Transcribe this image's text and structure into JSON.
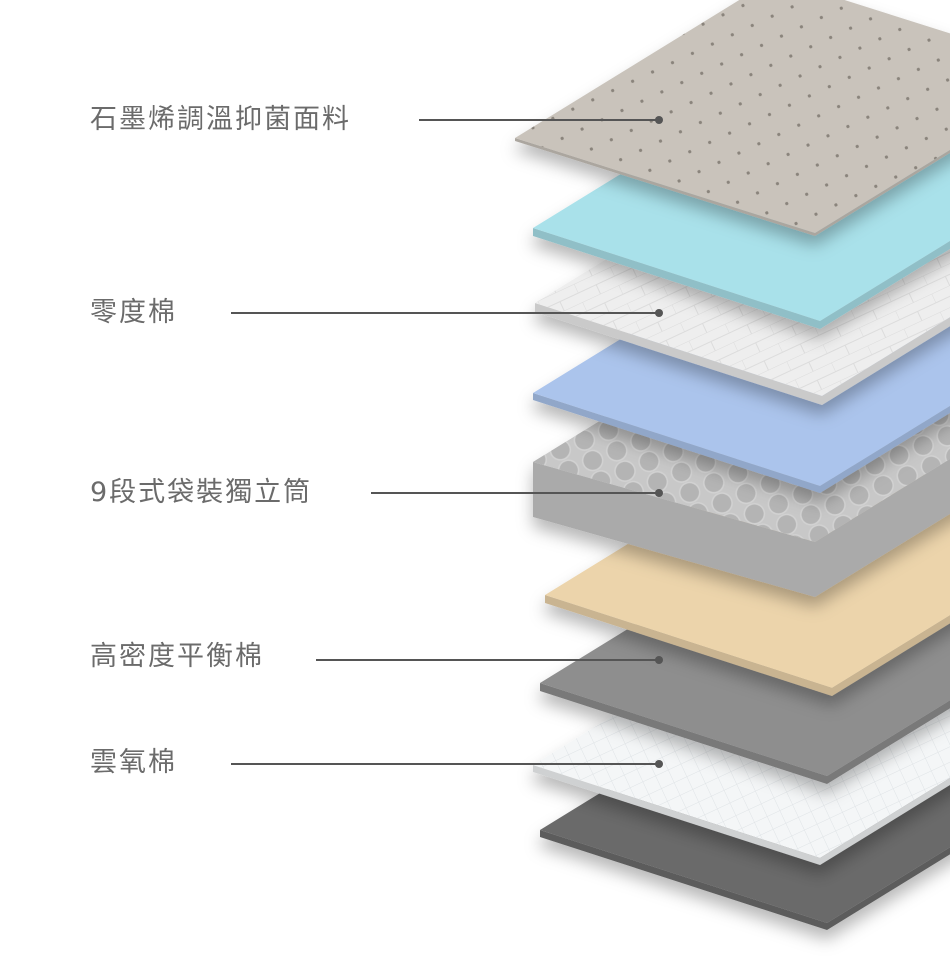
{
  "labels": [
    {
      "text": "石墨烯調溫抑菌面料"
    },
    {
      "text": "零度棉"
    },
    {
      "text": "9段式袋裝獨立筒"
    },
    {
      "text": "高密度平衡棉"
    },
    {
      "text": "雲氧棉"
    }
  ],
  "colors": {
    "label_text": "#6b6b6b",
    "leader_line": "#555555",
    "fabric": "#c9c3bb",
    "cool_foam": "#a9e1ea",
    "zero_foam": "#eeeeee",
    "blue_foam": "#abc4ec",
    "springs": "#c8c8c8",
    "beige_foam": "#ecd4ab",
    "density_foam": "#8e8e8e",
    "oxygen_foam": "#f4f6f7",
    "base": "#6b6b6b"
  }
}
